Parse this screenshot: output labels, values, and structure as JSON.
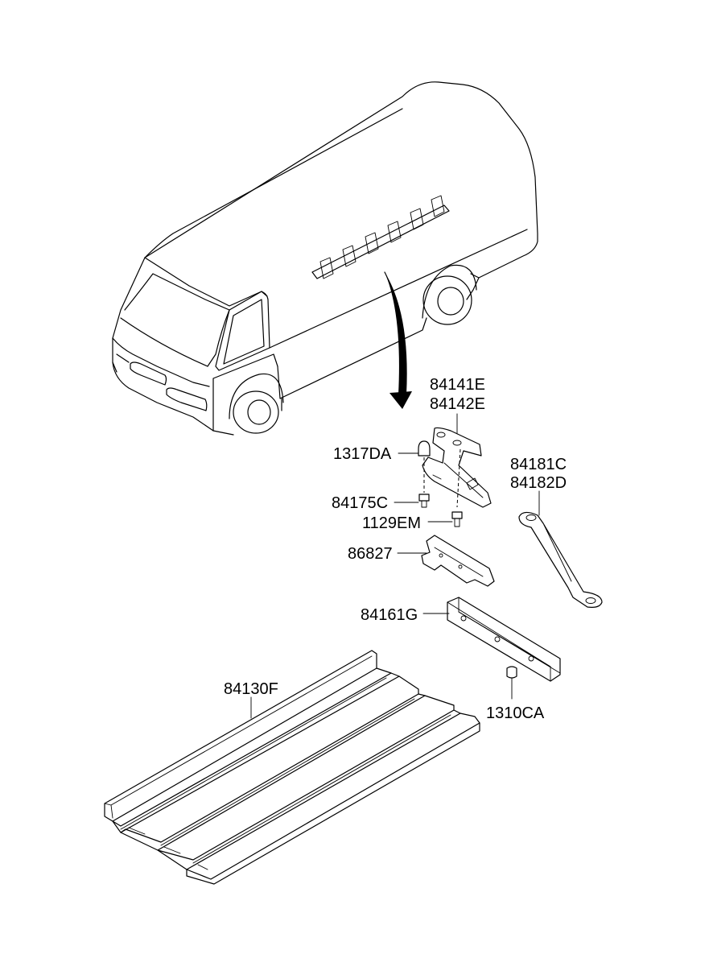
{
  "labels": {
    "p84141E": "84141E",
    "p84142E": "84142E",
    "p1317DA": "1317DA",
    "p84181C": "84181C",
    "p84182D": "84182D",
    "p84175C": "84175C",
    "p1129EM": "1129EM",
    "p86827": "86827",
    "p84161G": "84161G",
    "p84130F": "84130F",
    "p1310CA": "1310CA"
  }
}
